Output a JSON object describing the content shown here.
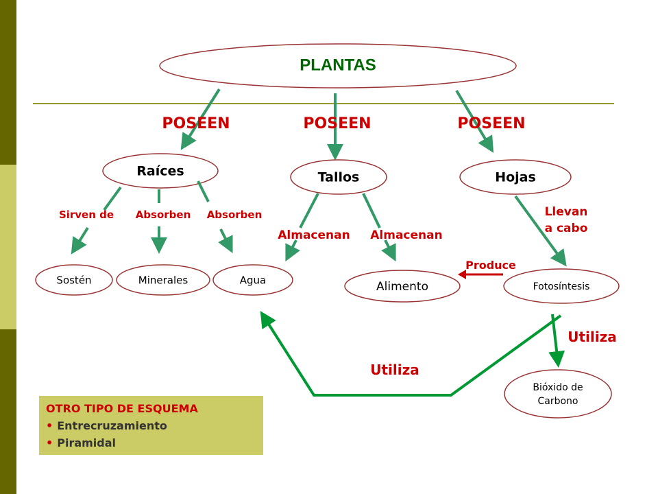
{
  "title": "PLANTAS",
  "relations": {
    "left": "POSEEN",
    "center": "POSEEN",
    "right": "POSEEN"
  },
  "nodes": {
    "raices": "Raíces",
    "tallos": "Tallos",
    "hojas": "Hojas",
    "sosten": "Sostén",
    "minerales": "Minerales",
    "agua": "Agua",
    "alimento": "Alimento",
    "fotosintesis": "Fotosíntesis",
    "co2_line1": "Bióxido de",
    "co2_line2": "Carbono"
  },
  "edge_labels": {
    "sirven_de": "Sirven de",
    "absorben_1": "Absorben",
    "absorben_2": "Absorben",
    "almacenan_1": "Almacenan",
    "almacenan_2": "Almacenan",
    "llevan_line1": "Llevan",
    "llevan_line2": "a cabo",
    "produce": "Produce",
    "utiliza_1": "Utiliza",
    "utiliza_2": "Utiliza"
  },
  "legend": {
    "title": "OTRO TIPO DE ESQUEMA",
    "items": [
      "Entrecruzamiento",
      "Piramidal"
    ]
  },
  "colors": {
    "arrow": "#339966",
    "loop_arrow": "#009933",
    "label_red": "#cc0000",
    "ellipse_stroke": "#993333",
    "divider": "#999933",
    "bar_dark": "#666600",
    "bar_light": "#cccc66",
    "legend_bg": "#cccc66"
  }
}
